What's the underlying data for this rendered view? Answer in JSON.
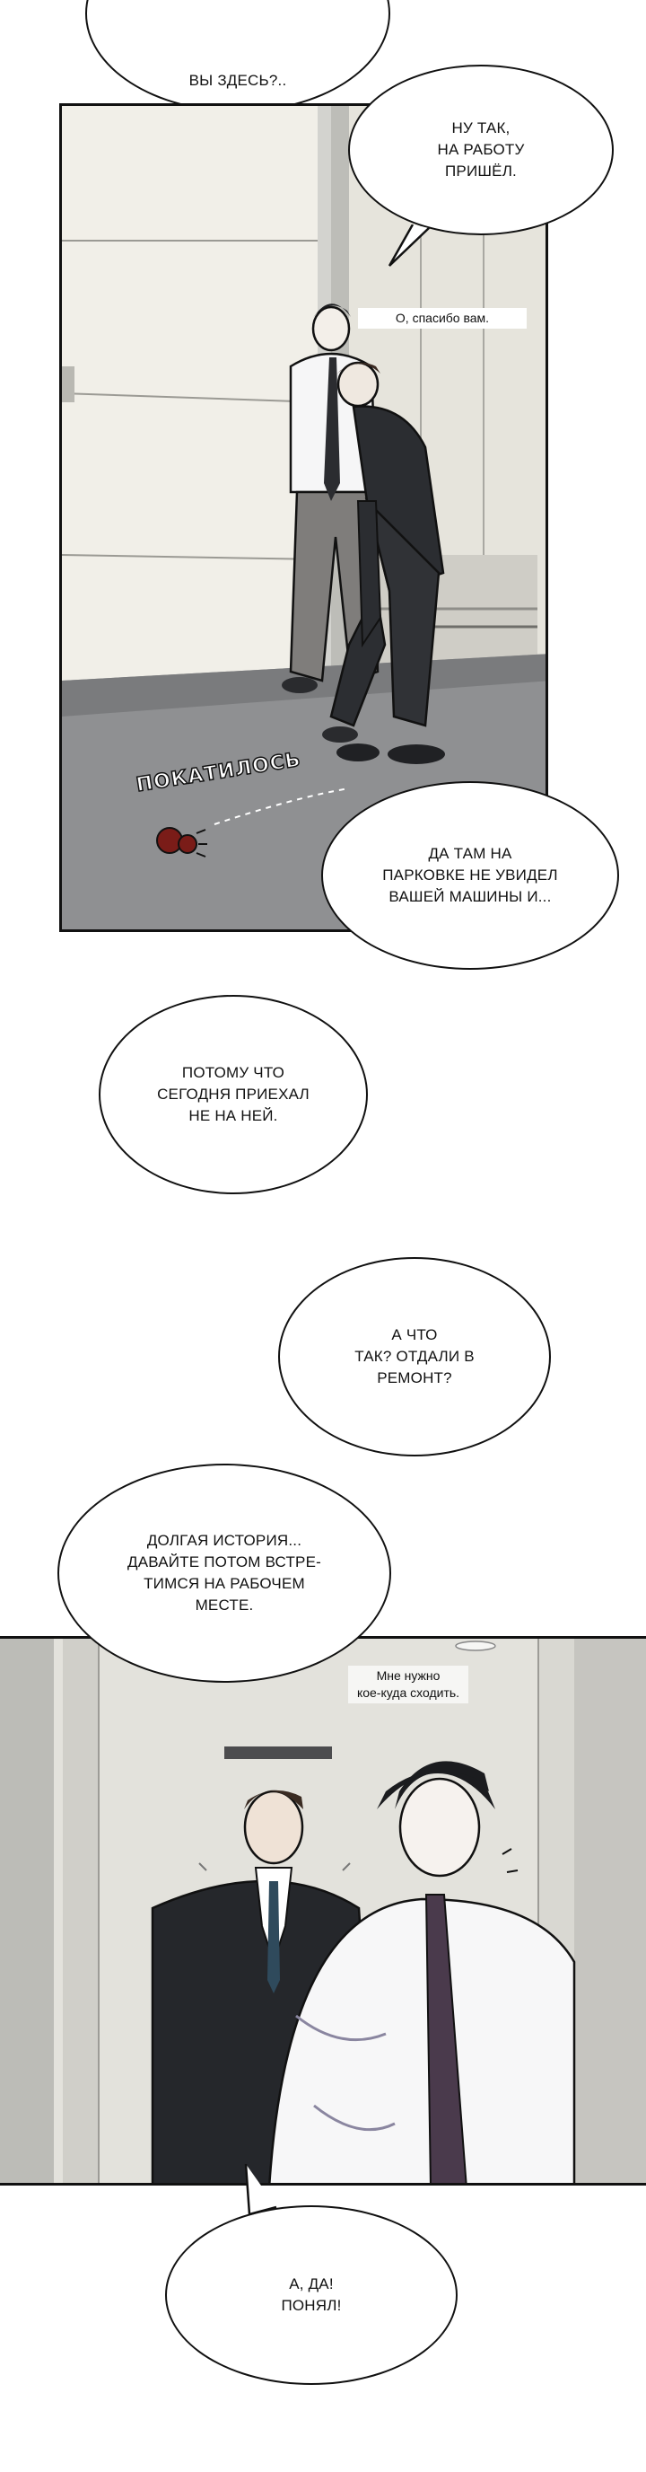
{
  "bubbles": {
    "b1": "ВЫ ЗДЕСЬ?..",
    "b2": "НУ ТАК,\nНА РАБОТУ\nПРИШЁЛ.",
    "b3": "О, спасибо вам.",
    "b4": "ДА ТАМ НА\nПАРКОВКЕ НЕ УВИДЕЛ\nВАШЕЙ МАШИНЫ И...",
    "b5": "ПОТОМУ ЧТО\nСЕГОДНЯ ПРИЕХАЛ\nНЕ НА НЕЙ.",
    "b6": "А ЧТО\nТАК? ОТДАЛИ В\nРЕМОНТ?",
    "b7": "ДОЛГАЯ ИСТОРИЯ...\nДАВАЙТЕ ПОТОМ ВСТРЕ-\nТИМСЯ НА РАБОЧЕМ\nМЕСТЕ.",
    "b8": "Мне нужно\nкое-куда сходить.",
    "b9": "А, ДА!\nПОНЯЛ!"
  },
  "sfx": {
    "rolled": "ПОКАТИЛОСЬ"
  },
  "colors": {
    "ink": "#111111",
    "paper": "#ffffff",
    "wall": "#e9e7df",
    "floor": "#8d8d8f",
    "suit": "#2a2c30",
    "shirt": "#f4f4f6",
    "tie": "#4a3a4c",
    "apple": "#7a1c18"
  }
}
